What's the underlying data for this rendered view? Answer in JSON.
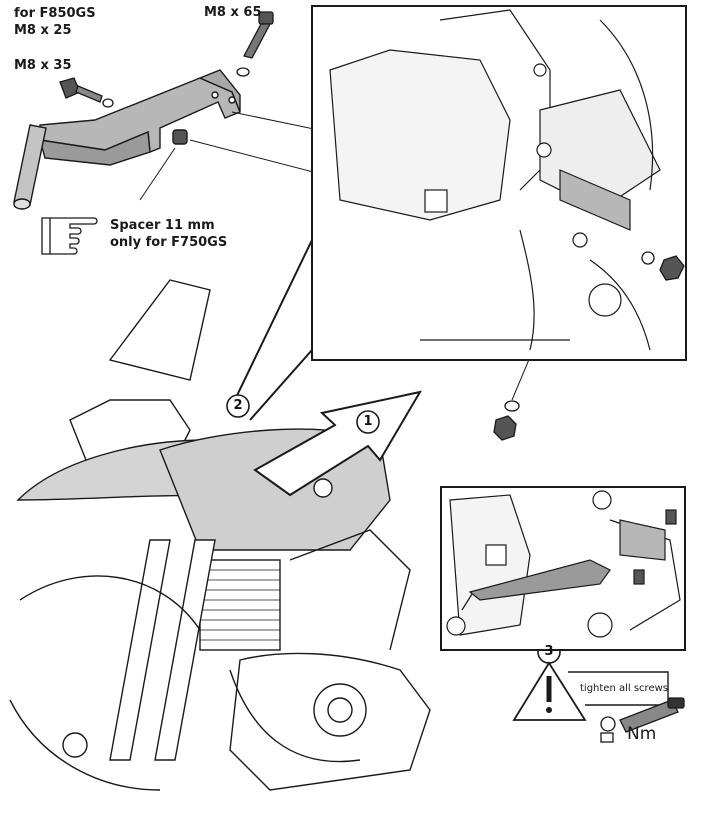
{
  "labels": {
    "f850_line1": "for F850GS",
    "f850_line2": "M8 x 25",
    "m8x35": "M8 x 35",
    "m8x65": "M8 x 65",
    "spacer_line1": "Spacer 11 mm",
    "spacer_line2": "only for F750GS",
    "tighten": "tighten all screws",
    "torque": "Nm"
  },
  "steps": {
    "step1": "1",
    "step2": "2",
    "step3": "3"
  },
  "colors": {
    "line": "#1a1a1a",
    "part_fill": "#b7b7b7",
    "tank_fill": "#cfcfcf"
  }
}
